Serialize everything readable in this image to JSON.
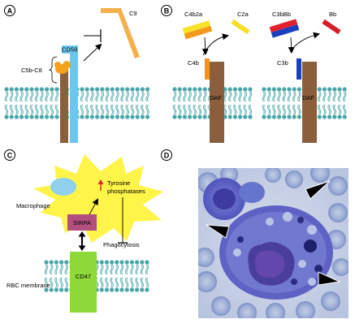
{
  "panels": {
    "a": {
      "letter": "A",
      "labels": {
        "c9": "C9",
        "cd59": "CD59",
        "c5b_c8": "C5b-C8"
      }
    },
    "b": {
      "letter": "B",
      "labels": {
        "c4b2a": "C4b2a",
        "c2a": "C2a",
        "c4b": "C4b",
        "daf_left": "DAF",
        "c3bbb": "C3bBb",
        "bb": "Bb",
        "c3b": "C3b",
        "daf_right": "DAF"
      }
    },
    "c": {
      "letter": "C",
      "labels": {
        "tyrosine": "Tyrosine",
        "phosphatases": "phosphatases",
        "macrophage": "Macrophage",
        "sirpa": "SIRPA",
        "phagocytosis": "Phagocytosis",
        "cd47": "CD47",
        "rbc_membrane": "RBC membrane"
      }
    },
    "d": {
      "letter": "D",
      "arrowheads": 3
    }
  },
  "colors": {
    "membrane": "#4aa6a8",
    "c9": "#f6b04a",
    "cd59": "#6cc7ee",
    "c5b_c8": "#f2a21d",
    "stem": "#8b5e3c",
    "c4b2a_top": "#f7e22a",
    "c4b2a_bottom": "#f39a1c",
    "c2a": "#f4e02a",
    "c4b": "#f19421",
    "c3bbb_top": "#e2202e",
    "c3bbb_bottom": "#1b3fbf",
    "bb": "#d51f2c",
    "c3b": "#1b3fbf",
    "macrophage": "#fff44a",
    "nucleus": "#8fd0ef",
    "sirpa": "#b24f7e",
    "cd47": "#8ed83a",
    "tyrosine_arrow": "#d9282b",
    "smear_bg": "#c9d3e8"
  }
}
